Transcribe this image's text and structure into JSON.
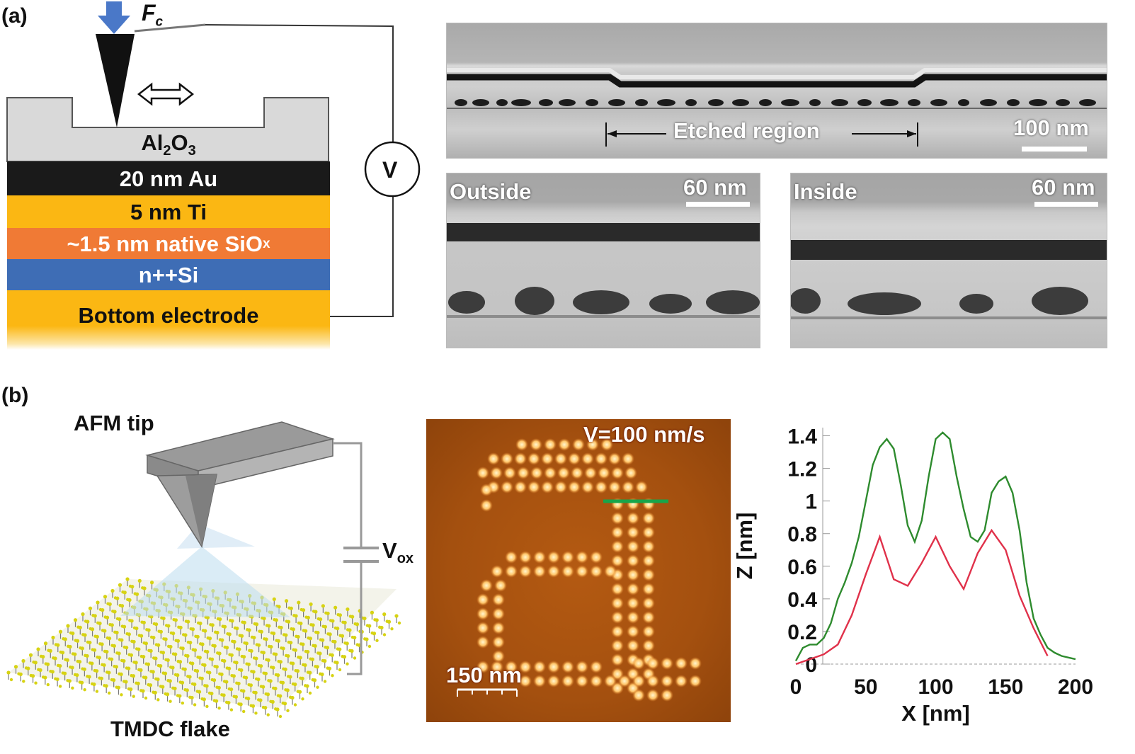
{
  "panel_a": {
    "label": "(a)",
    "force_symbol": "F",
    "force_sub": "c",
    "layers": {
      "al2o3": {
        "prefix": "Al",
        "sub1": "2",
        "mid": "O",
        "sub2": "3"
      },
      "au": "20 nm Au",
      "ti": "5 nm Ti",
      "siox": {
        "text": "~1.5 nm native SiO",
        "sub": "x"
      },
      "si": "n++Si",
      "bottom": "Bottom electrode"
    },
    "voltmeter": "V",
    "tem_top": {
      "region_label": "Etched region",
      "scale": "100 nm"
    },
    "tem_outside": {
      "label": "Outside",
      "scale": "60 nm"
    },
    "tem_inside": {
      "label": "Inside",
      "scale": "60 nm"
    },
    "colors": {
      "au": "#1a1a1a",
      "ti": "#fbb713",
      "siox": "#f07a35",
      "si": "#3e6db5",
      "bottom": "#fbb713"
    }
  },
  "panel_b": {
    "label": "(b)",
    "afm_tip_label": "AFM tip",
    "vox_main": "V",
    "vox_sub": "ox",
    "flake_label": "TMDC flake",
    "afm_speed": "V=100 nm/s",
    "afm_scale": "150 nm"
  },
  "chart_data": {
    "type": "line",
    "xlabel": "X [nm]",
    "ylabel": "Z [nm]",
    "xlim": [
      0,
      200
    ],
    "ylim": [
      0,
      1.45
    ],
    "xticks": [
      "0",
      "50",
      "100",
      "150",
      "200"
    ],
    "yticks": [
      "0",
      "0.2",
      "0.4",
      "0.6",
      "0.8",
      "1",
      "1.2",
      "1.4"
    ],
    "ytick_values": [
      0,
      0.2,
      0.4,
      0.6,
      0.8,
      1.0,
      1.2,
      1.4
    ],
    "xtick_values": [
      0,
      50,
      100,
      150,
      200
    ],
    "series": [
      {
        "color": "#2e8b2e",
        "x": [
          0,
          5,
          10,
          15,
          20,
          25,
          30,
          35,
          40,
          45,
          50,
          55,
          60,
          65,
          70,
          75,
          80,
          85,
          90,
          95,
          100,
          105,
          110,
          115,
          120,
          125,
          130,
          135,
          140,
          145,
          150,
          155,
          160,
          165,
          170,
          175,
          180,
          185,
          190,
          195,
          200
        ],
        "y": [
          0.02,
          0.1,
          0.12,
          0.12,
          0.16,
          0.25,
          0.4,
          0.5,
          0.62,
          0.78,
          1.0,
          1.22,
          1.33,
          1.38,
          1.32,
          1.1,
          0.85,
          0.75,
          0.88,
          1.15,
          1.38,
          1.42,
          1.38,
          1.15,
          0.95,
          0.78,
          0.75,
          0.82,
          1.05,
          1.12,
          1.15,
          1.05,
          0.82,
          0.5,
          0.28,
          0.18,
          0.1,
          0.07,
          0.05,
          0.04,
          0.03
        ]
      },
      {
        "color": "#e0314a",
        "x": [
          0,
          10,
          20,
          30,
          40,
          50,
          60,
          70,
          80,
          90,
          100,
          110,
          120,
          130,
          140,
          150,
          160,
          170,
          180
        ],
        "y": [
          0.0,
          0.03,
          0.06,
          0.12,
          0.3,
          0.55,
          0.78,
          0.52,
          0.48,
          0.62,
          0.78,
          0.6,
          0.46,
          0.68,
          0.82,
          0.7,
          0.42,
          0.22,
          0.05
        ]
      }
    ]
  }
}
